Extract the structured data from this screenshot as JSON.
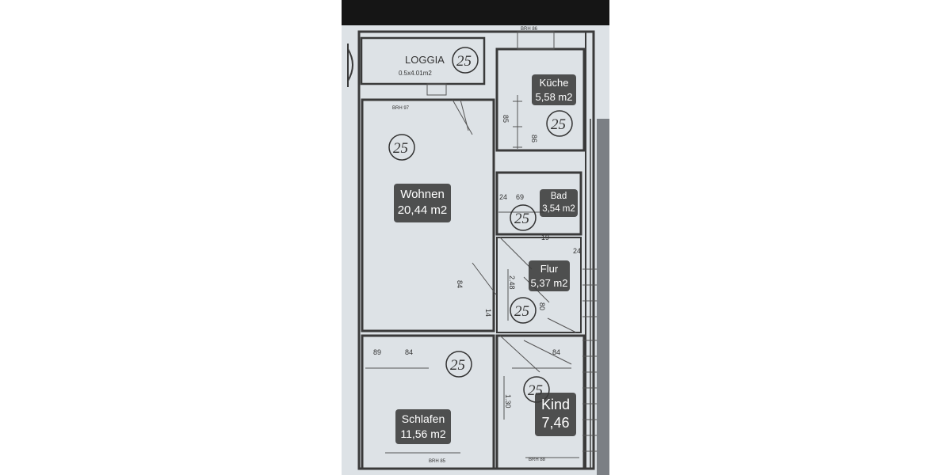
{
  "plan": {
    "loggia": {
      "name": "LOGGIA",
      "area": "0.5x4.01m2",
      "code": "25"
    },
    "room_code": "25",
    "dimensions": [
      "85",
      "86",
      "24",
      "69",
      "2.48",
      "84",
      "14",
      "80",
      "89",
      "84",
      "84",
      "1.30",
      "19",
      "24"
    ],
    "sill_labels": [
      "BRH 86",
      "BRH 97",
      "BRH 85",
      "BRH 88"
    ]
  },
  "labels": {
    "wohnen": {
      "name": "Wohnen",
      "area": "20,44 m2"
    },
    "kueche": {
      "name": "Küche",
      "area": "5,58 m2"
    },
    "bad": {
      "name": "Bad",
      "area": "3,54 m2"
    },
    "flur": {
      "name": "Flur",
      "area": "5,37 m2"
    },
    "schlafen": {
      "name": "Schlafen",
      "area": "11,56 m2"
    },
    "kind": {
      "name": "Kind",
      "area": "7,46"
    }
  }
}
